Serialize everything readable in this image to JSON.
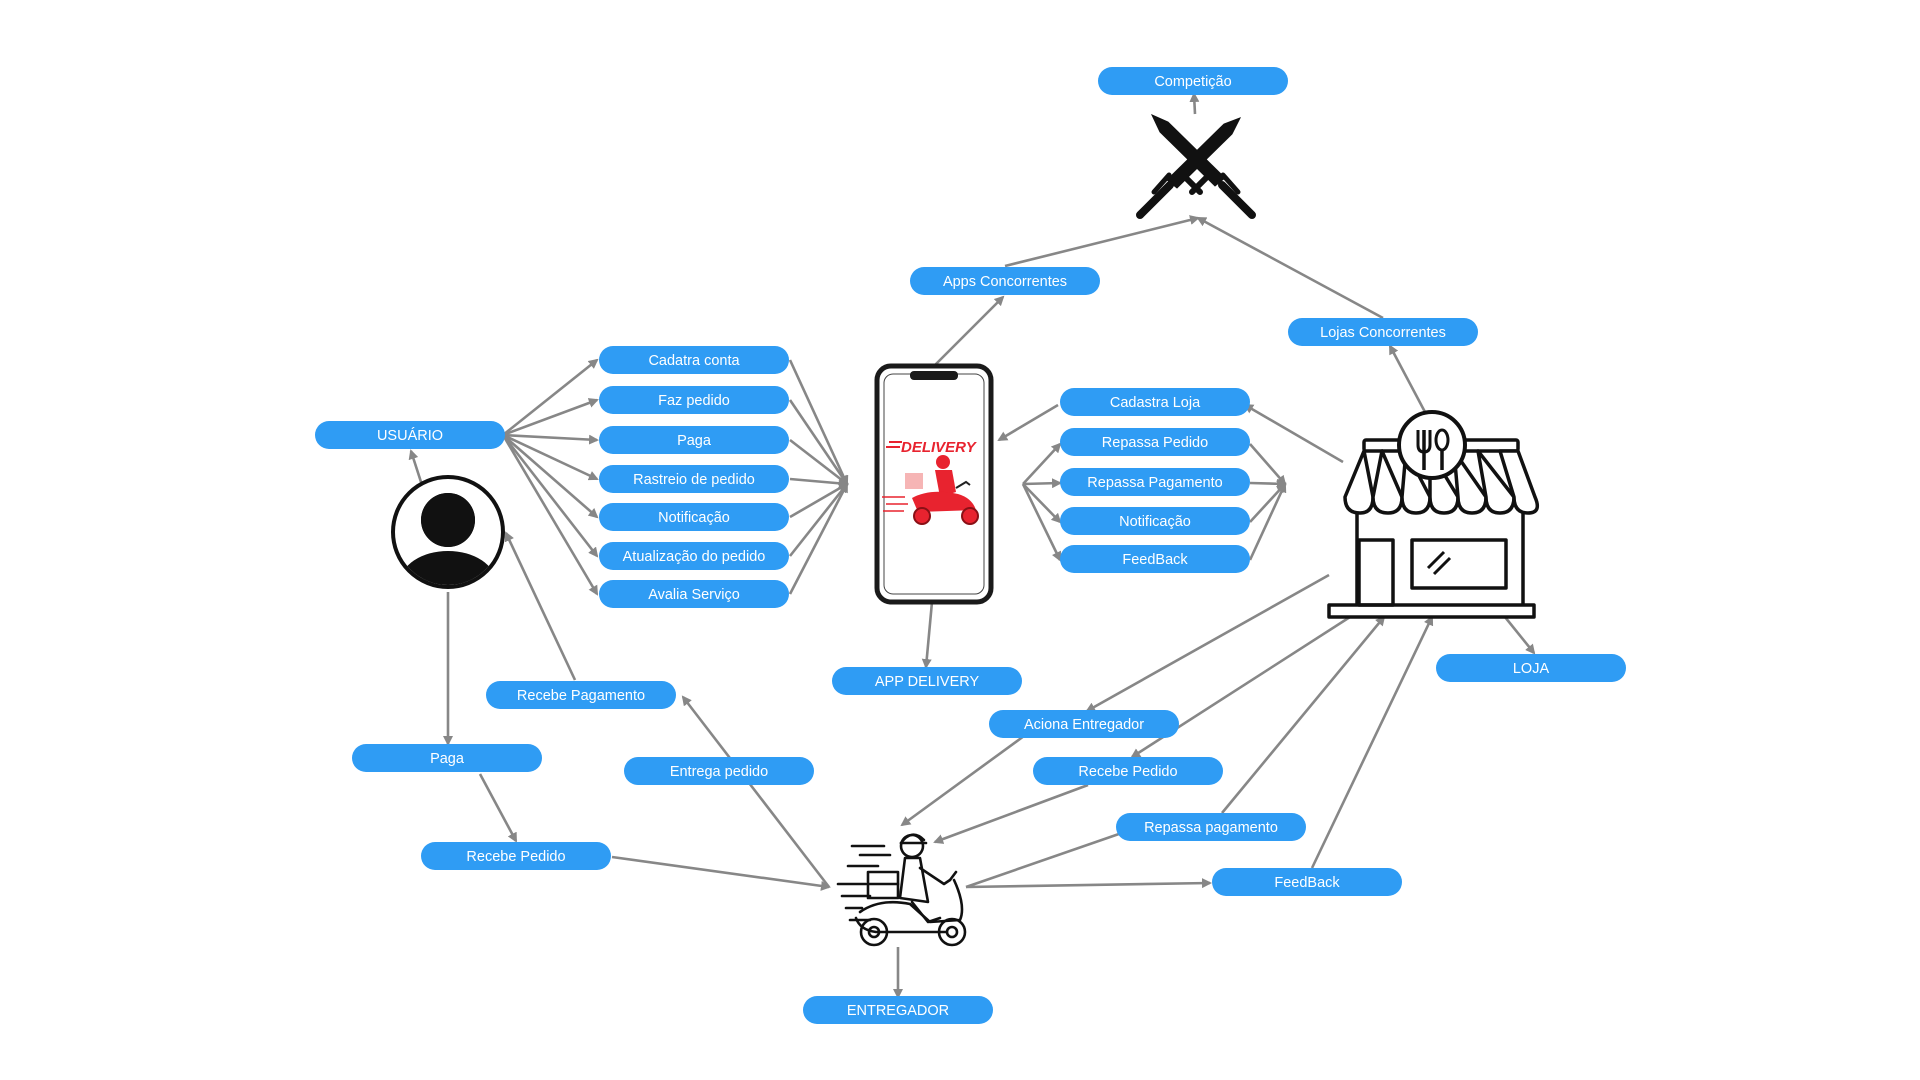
{
  "colors": {
    "pill": "#2f9cf4",
    "pill_text": "#ffffff",
    "arrow": "#878787",
    "icon": "#111111",
    "delivery_red": "#e8232f"
  },
  "pills": {
    "competicao": "Competição",
    "apps_concorrentes": "Apps Concorrentes",
    "lojas_concorrentes": "Lojas Concorrentes",
    "usuario": "USUÁRIO",
    "cadatra_conta": "Cadatra conta",
    "faz_pedido": "Faz pedido",
    "paga_app": "Paga",
    "rastreio": "Rastreio de pedido",
    "notificacao_app": "Notificação",
    "atualizacao": "Atualização do pedido",
    "avalia": "Avalia Serviço",
    "cadastra_loja": "Cadastra Loja",
    "repassa_pedido": "Repassa Pedido",
    "repassa_pagamento_loja": "Repassa Pagamento",
    "notificacao_loja": "Notificação",
    "feedback_loja": "FeedBack",
    "app_delivery": "APP DELIVERY",
    "loja": "LOJA",
    "recebe_pagamento": "Recebe Pagamento",
    "entrega_pedido": "Entrega pedido",
    "paga_usuario": "Paga",
    "recebe_pedido_usuario": "Recebe Pedido",
    "aciona_entregador": "Aciona Entregador",
    "recebe_pedido_entregador": "Recebe Pedido",
    "repassa_pagamento_entregador": "Repassa pagamento",
    "feedback_entregador": "FeedBack",
    "entregador": "ENTREGADOR"
  },
  "phone_screen": {
    "logo_text": "DELIVERY"
  },
  "icons": {
    "user": "user-avatar-icon",
    "phone": "smartphone-icon",
    "swords": "crossed-swords-icon",
    "store": "restaurant-store-icon",
    "courier": "delivery-scooter-icon"
  }
}
